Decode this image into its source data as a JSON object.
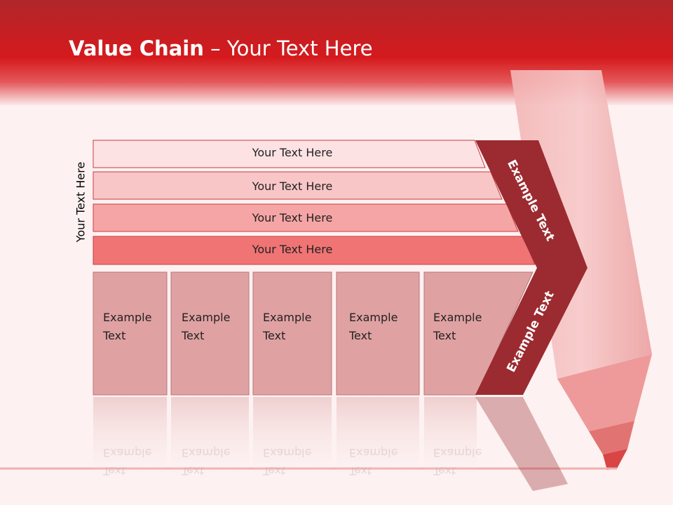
{
  "title": {
    "bold": "Value Chain",
    "rest": " – Your Text Here"
  },
  "side_label": "Your Text Here",
  "rows": [
    {
      "label": "Your Text Here",
      "color": "#fde2e4"
    },
    {
      "label": "Your Text Here",
      "color": "#f9c6c7"
    },
    {
      "label": "Your Text Here",
      "color": "#f6a5a6"
    },
    {
      "label": "Your Text Here",
      "color": "#f07474"
    }
  ],
  "columns": [
    {
      "line1": "Example",
      "line2": "Text"
    },
    {
      "line1": "Example",
      "line2": "Text"
    },
    {
      "line1": "Example",
      "line2": "Text"
    },
    {
      "line1": "Example",
      "line2": "Text"
    },
    {
      "line1": "Example",
      "line2": "Text"
    }
  ],
  "chevron": {
    "upper_label": "Example Text",
    "lower_label": "Example Text",
    "color": "#9b2b30"
  },
  "colors": {
    "header": "#d51a1d",
    "column_fill": "#e0a1a2",
    "background": "#fdf1f1"
  }
}
